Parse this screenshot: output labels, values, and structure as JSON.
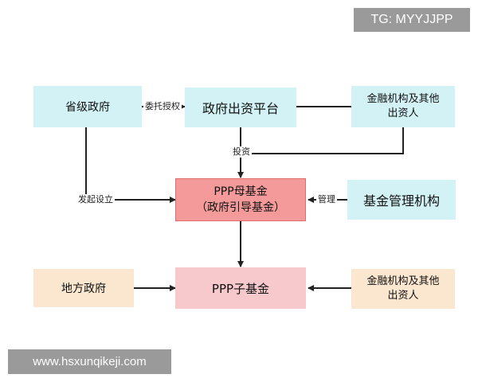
{
  "watermarks": {
    "top_right": "TG: MYYJJPP",
    "bottom_left": "www.hsxunqikeji.com"
  },
  "nodes": {
    "provincial_gov": "省级政府",
    "gov_platform": "政府出资平台",
    "fin_investors_top_line1": "金融机构及其他",
    "fin_investors_top_line2": "出资人",
    "mother_fund_line1": "PPP母基金",
    "mother_fund_line2": "（政府引导基金）",
    "fund_mgmt": "基金管理机构",
    "local_gov": "地方政府",
    "sub_fund": "PPP子基金",
    "fin_investors_bottom_line1": "金融机构及其他",
    "fin_investors_bottom_line2": "出资人"
  },
  "edges": {
    "entrust": "委托授权",
    "invest": "投资",
    "initiate": "发起设立",
    "manage": "管理"
  }
}
